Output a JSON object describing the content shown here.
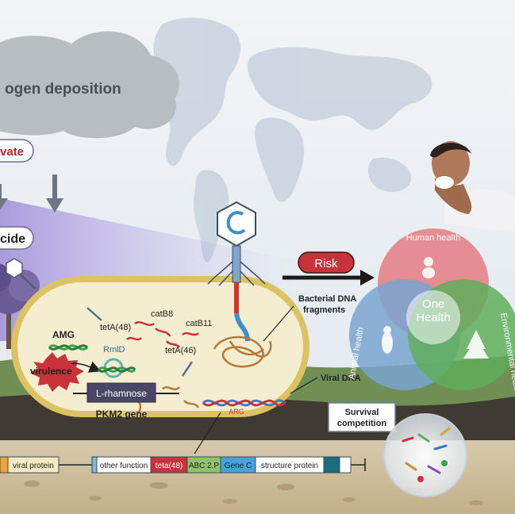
{
  "cloud": {
    "label": "ogen deposition"
  },
  "pills": {
    "activate": "vate",
    "cide": "cide"
  },
  "risk": {
    "label": "Risk"
  },
  "one_health": {
    "center": [
      "One",
      "Health"
    ],
    "human": "Human health",
    "animal": "Animal health",
    "environmental": "Environmental health"
  },
  "cell": {
    "genes": {
      "tetA48": "tetA(48)",
      "catB8": "catB8",
      "catB11": "catB11",
      "tetA46": "tetA(46)"
    },
    "amg": "AMG",
    "virulence": "virulence",
    "rmid": "RmlD",
    "rhamnose": "L-rhamnose",
    "pkm2": "PKM2 gene",
    "arg": "ARG"
  },
  "callouts": {
    "bacterial_dna": [
      "Bacterial DNA",
      "fragments"
    ],
    "viral_dna": "Viral DNA",
    "survival": [
      "Survival",
      "competition"
    ]
  },
  "genome_bar": {
    "segments": [
      "viral protein",
      "other function",
      "teta(48)",
      "ABC 2.P",
      "Gene C",
      "structure protein"
    ]
  },
  "colors": {
    "risk_red": "#c8323a",
    "human": "#e47b82",
    "animal": "#7aa4d0",
    "environment": "#5fae5b",
    "cell_fill": "#f4edcf",
    "cell_border": "#dcc263"
  }
}
